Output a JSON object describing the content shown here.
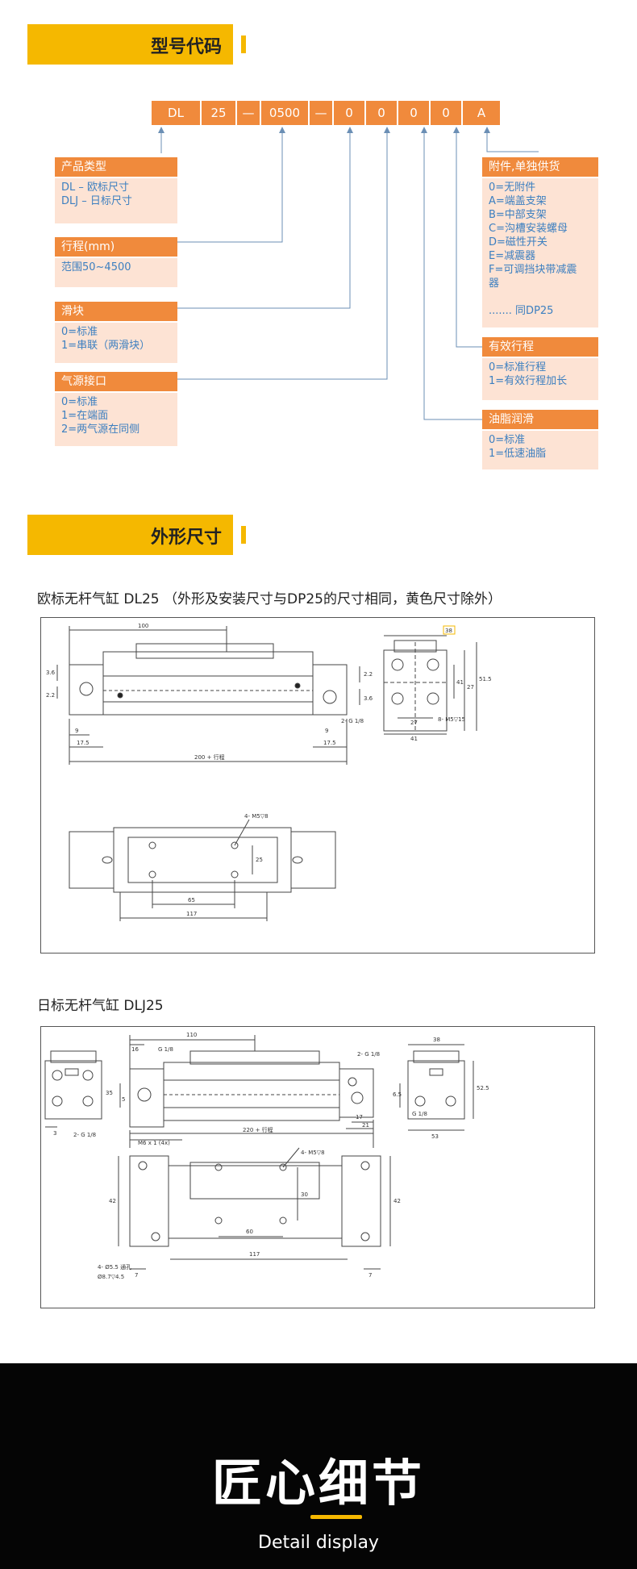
{
  "section1": {
    "title": "型号代码"
  },
  "code": {
    "boxes": [
      "DL",
      "25",
      "—",
      "0500",
      "—",
      "0",
      "0",
      "0",
      "0",
      "A"
    ]
  },
  "options": {
    "product_type": {
      "label": "产品类型",
      "lines": [
        "DL  – 欧标尺寸",
        "DLJ – 日标尺寸"
      ]
    },
    "stroke": {
      "label": "行程(mm)",
      "lines": [
        "范围50~4500"
      ]
    },
    "slider": {
      "label": "滑块",
      "lines": [
        "0=标准",
        "1=串联（两滑块）"
      ]
    },
    "air_port": {
      "label": "气源接口",
      "lines": [
        "0=标准",
        "1=在端面",
        "2=两气源在同侧"
      ]
    },
    "accessory": {
      "label": "附件,单独供货",
      "lines": [
        "0=无附件",
        "A=端盖支架",
        "B=中部支架",
        "C=沟槽安装螺母",
        "D=磁性开关",
        "E=减震器",
        "F=可调挡块带减震",
        "器",
        "",
        "....... 同DP25"
      ]
    },
    "effective_stroke": {
      "label": "有效行程",
      "lines": [
        "0=标准行程",
        "1=有效行程加长"
      ]
    },
    "grease": {
      "label": "油脂润滑",
      "lines": [
        "0=标准",
        "1=低速油脂"
      ]
    }
  },
  "section2": {
    "title": "外形尺寸"
  },
  "caption1": "欧标无杆气缸 DL25  （外形及安装尺寸与DP25的尺寸相同，黄色尺寸除外）",
  "caption2": "日标无杆气缸 DLJ25",
  "dl25": {
    "dims": [
      "100",
      "3.6",
      "2.2",
      "2.2",
      "3.6",
      "2- G 1/8",
      "9",
      "9",
      "17.5",
      "17.5",
      "200 + 行程",
      "38",
      "41",
      "27",
      "51.5",
      "27",
      "41",
      "8- M5▽15",
      "4- M5▽8",
      "25",
      "65",
      "117"
    ]
  },
  "dlj25": {
    "dims": [
      "16",
      "G 1/8",
      "110",
      "2- G 1/8",
      "35",
      "3",
      "2- G 1/8",
      "M6 x 1 (4x)",
      "5",
      "17",
      "21",
      "220 + 行程",
      "6.5",
      "38",
      "52.5",
      "G 1/8",
      "53",
      "4- M5▽8",
      "42",
      "30",
      "60",
      "42",
      "117",
      "7",
      "7",
      "4- Ø5.5 通孔",
      "Ø8.7▽4.5"
    ]
  },
  "footer": {
    "title": "匠心细节",
    "subtitle": "Detail display"
  },
  "colors": {
    "orange": "#f08a3c",
    "peach": "#fde3d4",
    "yellow": "#f5b800",
    "blue_text": "#3c7fc0"
  }
}
